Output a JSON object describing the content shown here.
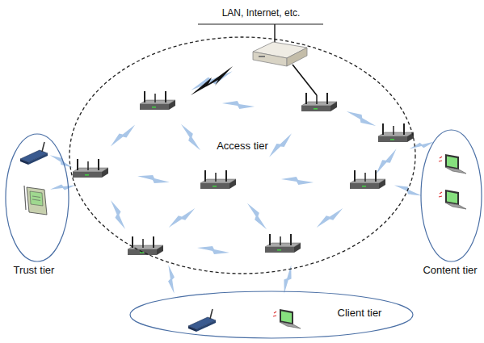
{
  "diagram": {
    "nodes": [
      {
        "text": [
          "Access tier"
        ]
      },
      {
        "text": [
          "Trust tier"
        ]
      },
      {
        "text": [
          "Content tier"
        ]
      },
      {
        "text": [
          "Client tier"
        ]
      }
    ],
    "labels": [
      "LAN, Internet, etc."
    ]
  }
}
